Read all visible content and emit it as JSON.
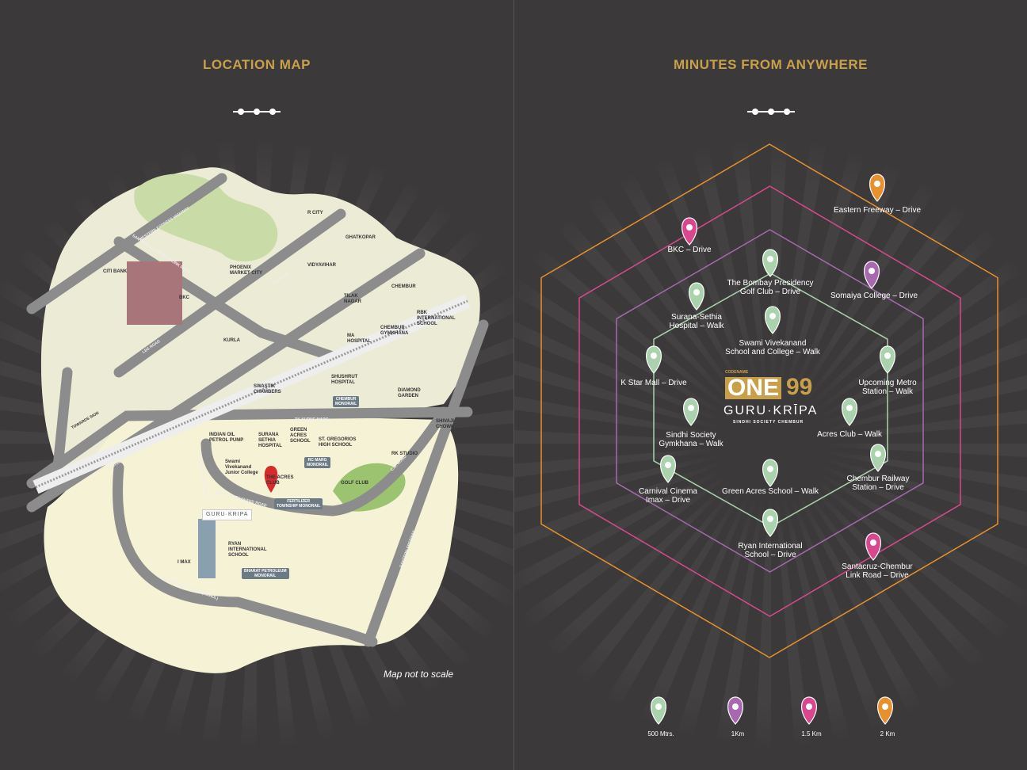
{
  "left": {
    "title": "LOCATION MAP",
    "note": "Map not to scale",
    "project_tag": "GURU·KRIPA",
    "labels": [
      "CITI BANK",
      "BKC",
      "PHOENIX\nMARKET CITY",
      "R CITY",
      "GHATKOPAR",
      "VIDYAVIHAR",
      "TILAK\nNAGAR",
      "CHEMBUR",
      "RBK\nINTERNATIONAL\nSCHOOL",
      "CHEMBUR\nGYMKHANA",
      "KURLA",
      "MA\nHOSPITAL",
      "SWASTIK\nCHAMBERS",
      "SHUSHRUT\nHOSPITAL",
      "DIAMOND\nGARDEN",
      "SHIVAJI\nCHOWK",
      "INDIAN OIL\nPETROL PUMP",
      "SURANA\nSETHIA\nHOSPITAL",
      "GREEN\nACRES\nSCHOOL",
      "ST. GREGORIOS\nHIGH SCHOOL",
      "RK STUDIO",
      "Swami\nVivekanand\nJunior College",
      "THE ACRES\nCLUB",
      "GOLF CLUB",
      "RYAN\nINTERNATIONAL\nSCHOOL",
      "I MAX"
    ],
    "roads": [
      "WESTERN EXPRESS HIGHWAY",
      "SANTACRUZ CHEMBUR LINK ROAD",
      "LBS ROAD",
      "LBS ROAD",
      "EASTERN EXPRESS HIGHWAY",
      "TOWARDS SION",
      "PK KURNE MARG",
      "SION TROMBAY ROAD (MAHUL)",
      "EASTERN FREEWAY",
      "C.G. ROAD",
      "PESTOM SAGAR ROAD",
      "SWAMI VIVEKANAND ROAD"
    ],
    "monorail": [
      "CHEMBUR\nMONORAIL",
      "RC MARG\nMONORAIL",
      "FERTILIZER\nTOWNSHIP MONORAIL",
      "BHARAT PETROLEUM\nMONORAIL"
    ]
  },
  "right": {
    "title": "MINUTES FROM ANYWHERE",
    "logo": {
      "codename": "CODENAME",
      "one": "ONE",
      "num": "99",
      "brand": "GURU·KRĪPA",
      "sub": "SINDHI SOCIETY CHEMBUR"
    },
    "colors": {
      "r500": "#a9d2ad",
      "r1": "#a768b0",
      "r15": "#d9488f",
      "r2": "#e8902e",
      "gold": "#c9a04a"
    },
    "places": [
      {
        "label": "Eastern Freeway – Drive",
        "ring": "r2"
      },
      {
        "label": "BKC – Drive",
        "ring": "r15"
      },
      {
        "label": "The Bombay Presidency\nGolf Club – Drive",
        "ring": "r500"
      },
      {
        "label": "Somaiya College – Drive",
        "ring": "r1"
      },
      {
        "label": "Surana-Sethia\nHospital – Walk",
        "ring": "r500"
      },
      {
        "label": "Swami Vivekanand\nSchool and College – Walk",
        "ring": "r500"
      },
      {
        "label": "K Star Mall – Drive",
        "ring": "r500"
      },
      {
        "label": "Upcoming Metro\nStation – Walk",
        "ring": "r500"
      },
      {
        "label": "Sindhi Society\nGymkhana – Walk",
        "ring": "r500"
      },
      {
        "label": "Acres Club – Walk",
        "ring": "r500"
      },
      {
        "label": "Carnival Cinema\nImax – Drive",
        "ring": "r500"
      },
      {
        "label": "Green Acres School – Walk",
        "ring": "r500"
      },
      {
        "label": "Chembur Railway\nStation – Drive",
        "ring": "r500"
      },
      {
        "label": "Ryan International\nSchool – Drive",
        "ring": "r500"
      },
      {
        "label": "Santacruz-Chembur\nLink Road – Drive",
        "ring": "r15"
      }
    ],
    "legend": [
      {
        "label": "500 Mtrs.",
        "ring": "r500"
      },
      {
        "label": "1Km",
        "ring": "r1"
      },
      {
        "label": "1.5 Km",
        "ring": "r15"
      },
      {
        "label": "2 Km",
        "ring": "r2"
      }
    ]
  }
}
